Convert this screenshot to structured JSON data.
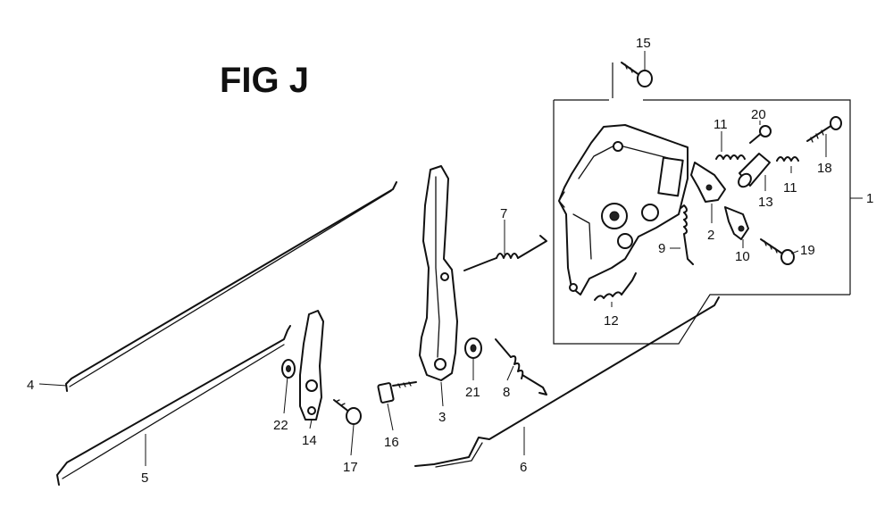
{
  "figure": {
    "title": "FIG J"
  },
  "callouts": [
    {
      "id": "15",
      "label": "15"
    },
    {
      "id": "11a",
      "label": "11"
    },
    {
      "id": "20",
      "label": "20"
    },
    {
      "id": "18",
      "label": "18"
    },
    {
      "id": "11b",
      "label": "11"
    },
    {
      "id": "13",
      "label": "13"
    },
    {
      "id": "1",
      "label": "1"
    },
    {
      "id": "7",
      "label": "7"
    },
    {
      "id": "9",
      "label": "9"
    },
    {
      "id": "2",
      "label": "2"
    },
    {
      "id": "10",
      "label": "10"
    },
    {
      "id": "19",
      "label": "19"
    },
    {
      "id": "12",
      "label": "12"
    },
    {
      "id": "4",
      "label": "4"
    },
    {
      "id": "22",
      "label": "22"
    },
    {
      "id": "21",
      "label": "21"
    },
    {
      "id": "8",
      "label": "8"
    },
    {
      "id": "3",
      "label": "3"
    },
    {
      "id": "5",
      "label": "5"
    },
    {
      "id": "14",
      "label": "14"
    },
    {
      "id": "17",
      "label": "17"
    },
    {
      "id": "16",
      "label": "16"
    },
    {
      "id": "6",
      "label": "6"
    }
  ]
}
